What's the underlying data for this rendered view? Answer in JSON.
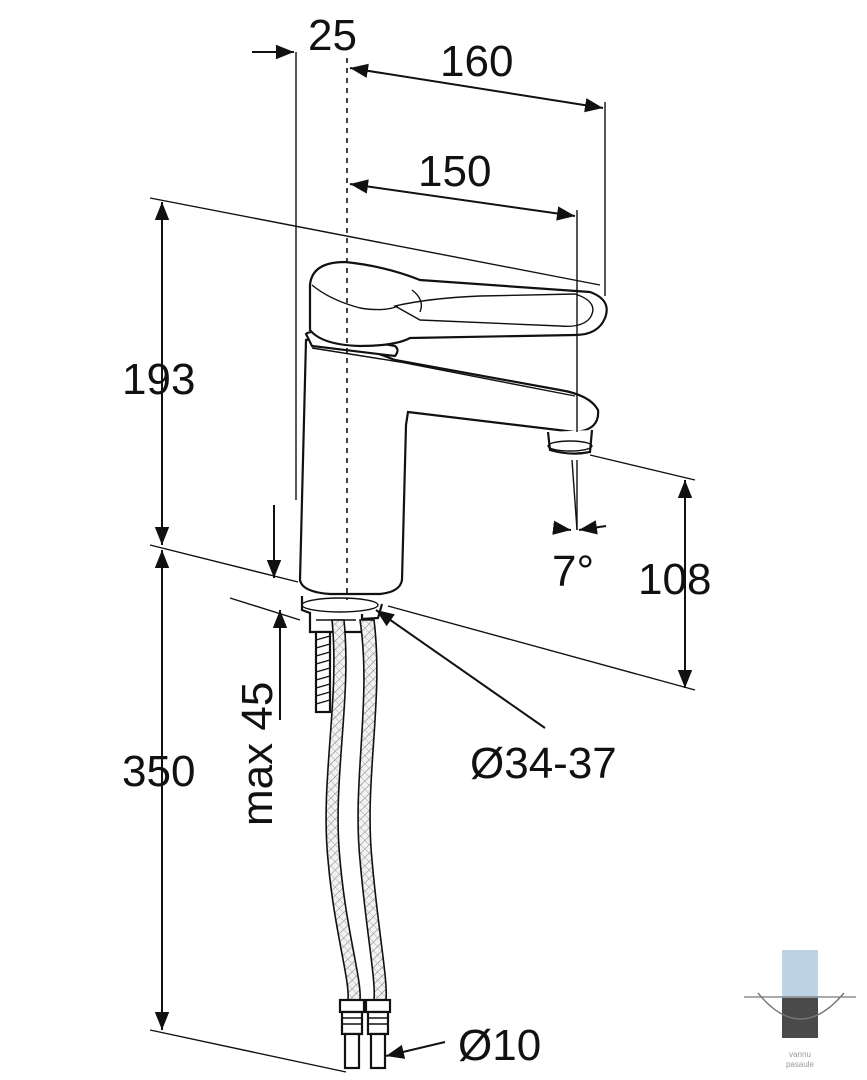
{
  "dimensions": {
    "d25": "25",
    "d160": "160",
    "d150": "150",
    "d193": "193",
    "d108": "108",
    "angle": "7°",
    "max45": "max 45",
    "d350": "350",
    "dia3437": "Ø34-37",
    "dia10": "Ø10"
  },
  "watermark": {
    "line1": "vannu",
    "line2": "pasaule"
  },
  "colors": {
    "line": "#111111",
    "hose": "#e9e9e9",
    "watermark_blue": "#bcd3e6",
    "watermark_dark": "#4a4a4a"
  }
}
